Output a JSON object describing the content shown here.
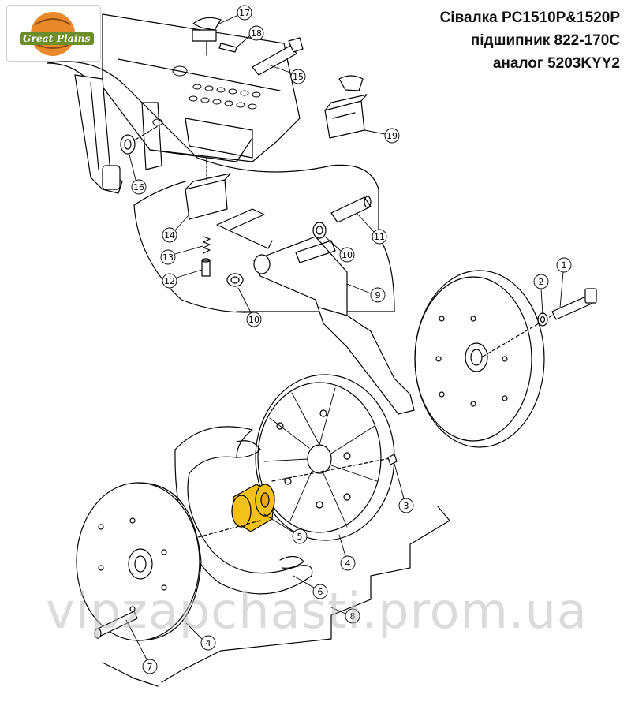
{
  "logo": {
    "text": "Great Plains"
  },
  "title": {
    "line1": "Сівалка PC1510P&1520P",
    "line2": "підшипник 822-170C",
    "line3": "аналог 5203KYY2"
  },
  "watermark": "vipzapchasti.prom.ua",
  "callouts": [
    {
      "id": "17",
      "label": "17"
    },
    {
      "id": "18",
      "label": "18"
    },
    {
      "id": "15",
      "label": "15"
    },
    {
      "id": "19",
      "label": "19"
    },
    {
      "id": "16",
      "label": "16"
    },
    {
      "id": "14",
      "label": "14"
    },
    {
      "id": "13",
      "label": "13"
    },
    {
      "id": "12",
      "label": "12"
    },
    {
      "id": "11",
      "label": "11"
    },
    {
      "id": "10a",
      "label": "10"
    },
    {
      "id": "10b",
      "label": "10"
    },
    {
      "id": "9",
      "label": "9"
    },
    {
      "id": "1",
      "label": "1"
    },
    {
      "id": "2",
      "label": "2"
    },
    {
      "id": "3",
      "label": "3"
    },
    {
      "id": "5",
      "label": "5"
    },
    {
      "id": "4a",
      "label": "4"
    },
    {
      "id": "4b",
      "label": "4"
    },
    {
      "id": "6",
      "label": "6"
    },
    {
      "id": "8",
      "label": "8"
    },
    {
      "id": "7",
      "label": "7"
    }
  ],
  "colors": {
    "highlight_bearing": "#f2c21b",
    "logo_orange": "#e8892b",
    "logo_green": "#6b8e2a",
    "line": "#000000"
  }
}
